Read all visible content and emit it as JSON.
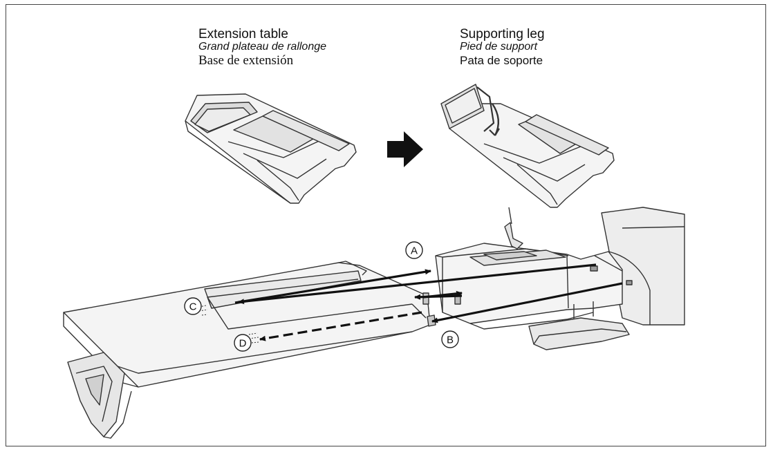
{
  "labels": {
    "extension_table": {
      "en": "Extension table",
      "fr": "Grand plateau de rallonge",
      "es": "Base de extensión"
    },
    "supporting_leg": {
      "en": "Supporting leg",
      "fr": "Pied de support",
      "es": "Pata de soporte"
    }
  },
  "callouts": {
    "a": "A",
    "b": "B",
    "c": "C",
    "d": "D"
  },
  "colors": {
    "line": "#333333",
    "arrow": "#111111",
    "fill": "#f4f4f4",
    "shade": "#d8d8d8"
  }
}
